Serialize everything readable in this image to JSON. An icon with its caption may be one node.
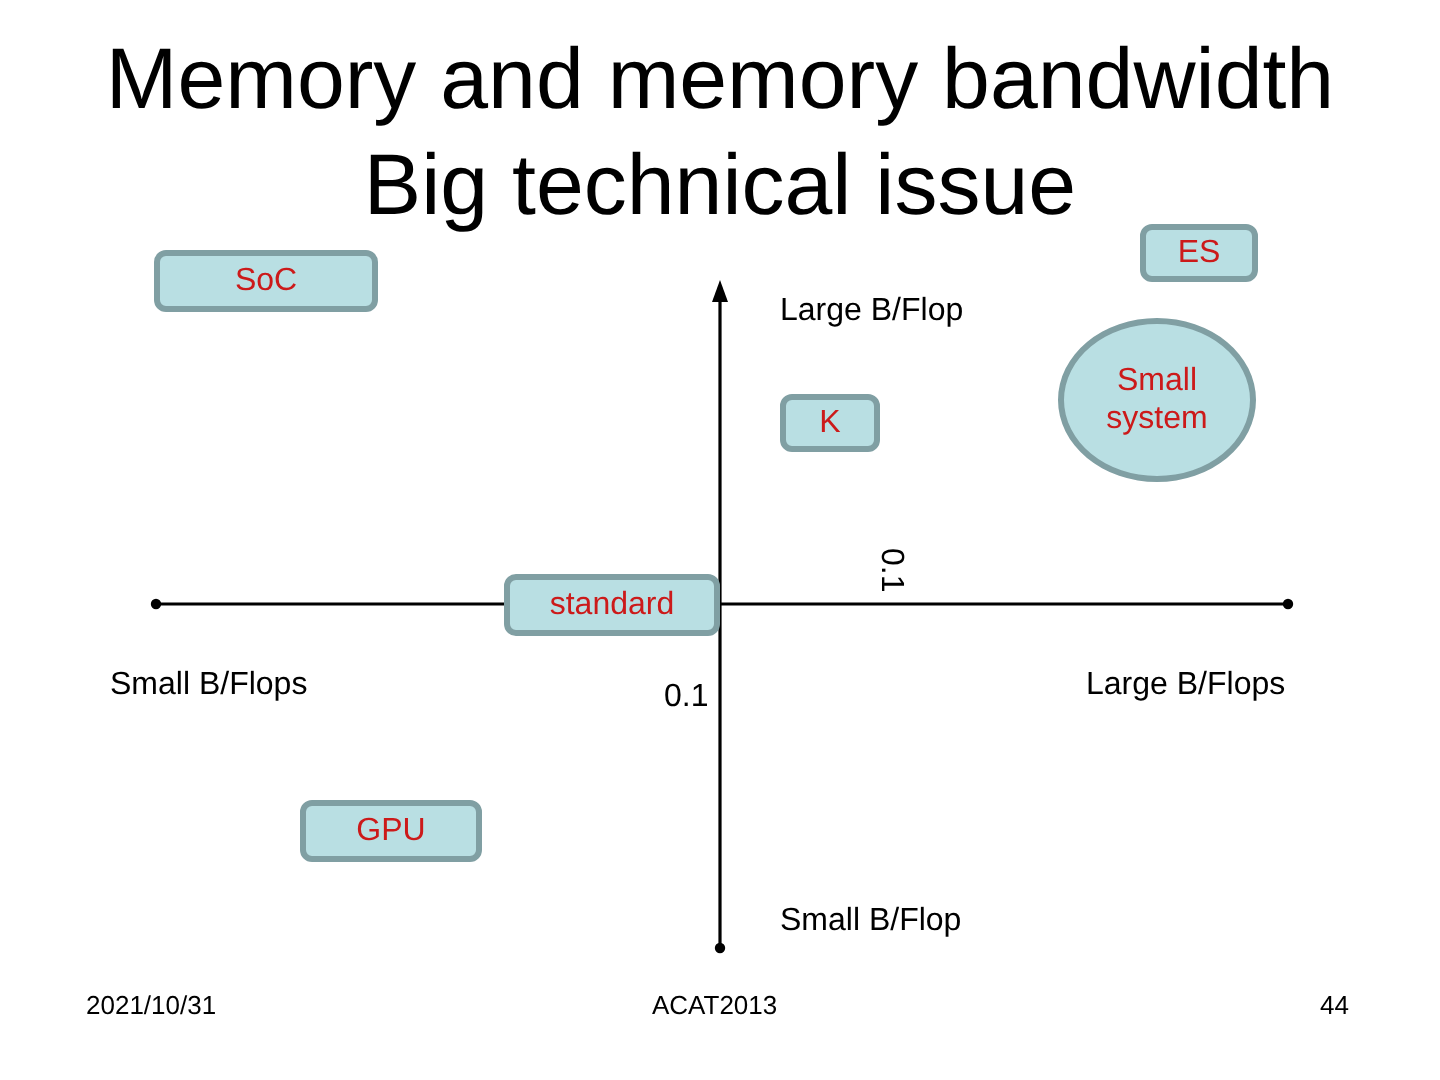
{
  "diagram": {
    "title": "Memory and memory bandwidth Big technical issue",
    "nodes": [
      {
        "text": [
          "ES"
        ]
      },
      {
        "text": [
          "SoC"
        ]
      },
      {
        "text": [
          "Small system"
        ]
      },
      {
        "text": [
          "K"
        ]
      },
      {
        "text": [
          "standard"
        ]
      },
      {
        "text": [
          "GPU"
        ]
      }
    ],
    "labels": [
      "Large B/Flop",
      "0.1",
      "Small B/Flops",
      "0.1",
      "Large B/Flops",
      "Small B/Flop",
      "2021/10/31",
      "ACAT2013",
      "44"
    ]
  }
}
